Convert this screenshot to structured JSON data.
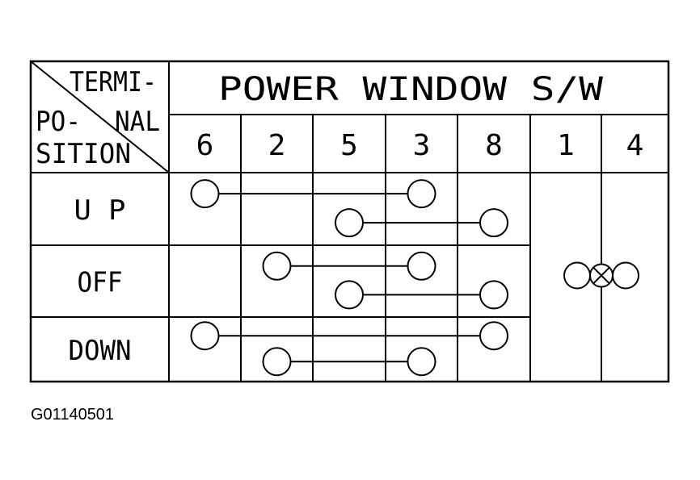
{
  "corner": {
    "top": "TERMI-",
    "mid_left": "PO-",
    "mid_right": "NAL",
    "bottom": "SITION"
  },
  "title": "POWER WINDOW S/W",
  "terminals": [
    "6",
    "2",
    "5",
    "3",
    "8",
    "1",
    "4"
  ],
  "positions": [
    {
      "label": "U P",
      "connections": [
        [
          "6",
          "3"
        ],
        [
          "5",
          "8"
        ]
      ]
    },
    {
      "label": "OFF",
      "connections": [
        [
          "2",
          "3"
        ],
        [
          "5",
          "8"
        ]
      ]
    },
    {
      "label": "DOWN",
      "connections": [
        [
          "6",
          "8"
        ],
        [
          "2",
          "3"
        ]
      ]
    }
  ],
  "lamp": {
    "terminals": [
      "1",
      "4"
    ],
    "all_positions": true
  },
  "figure_code": "G01140501"
}
